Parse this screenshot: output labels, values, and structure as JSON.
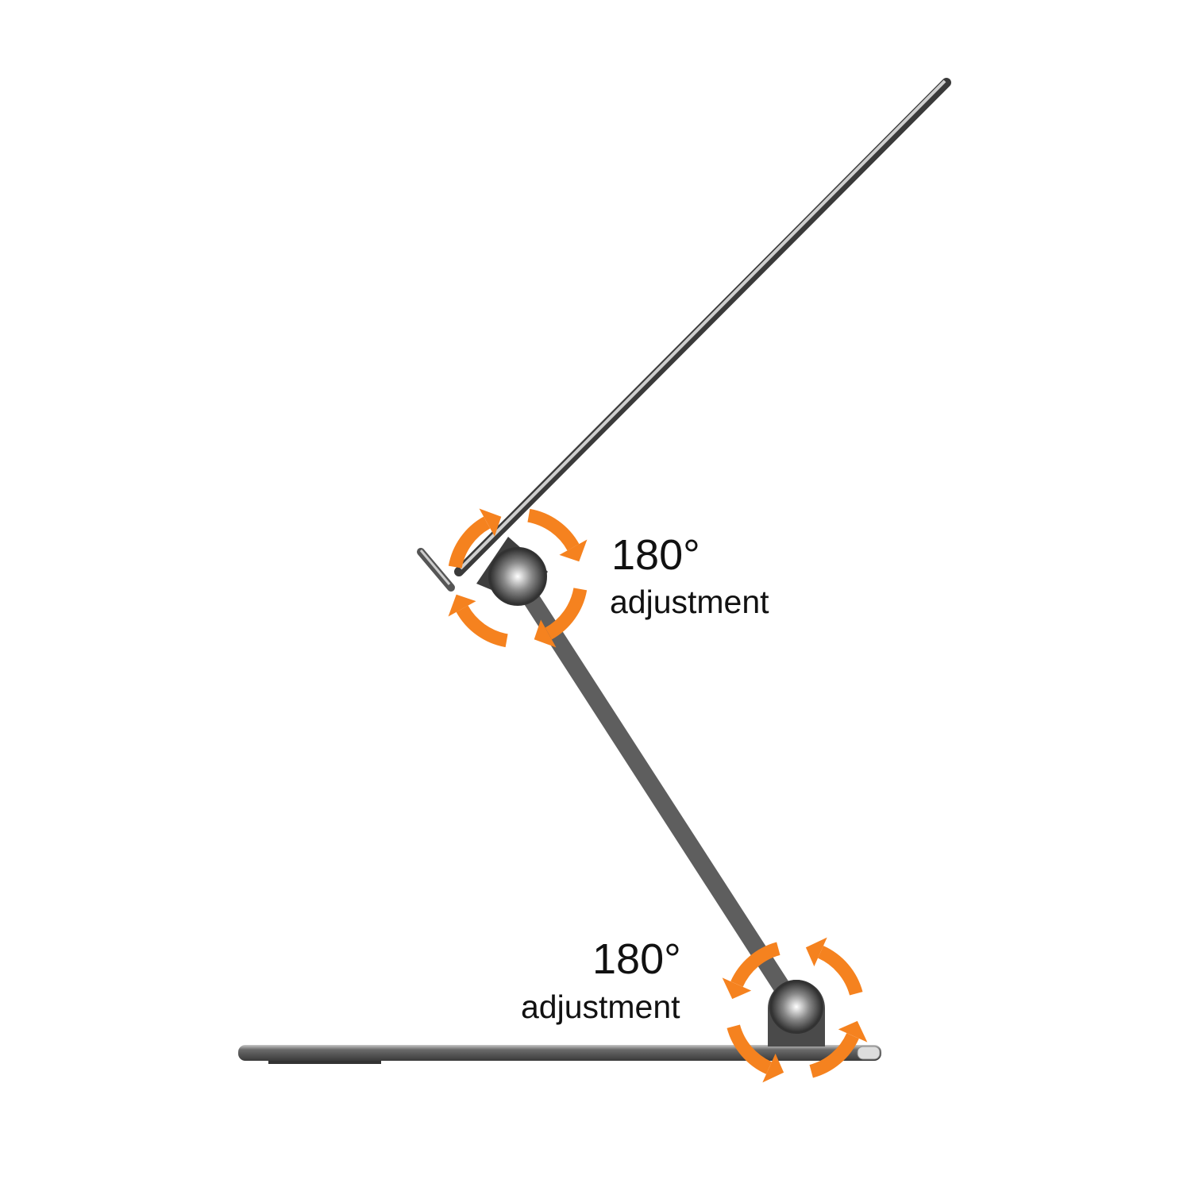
{
  "annotations": [
    {
      "angle": "180°",
      "label": "adjustment"
    },
    {
      "angle": "180°",
      "label": "adjustment"
    }
  ],
  "colors": {
    "arrow": "#f5821f",
    "metal_dark": "#4a4a4a",
    "metal_arm": "#5e5e5e",
    "background": "#ffffff"
  },
  "icons": [
    "rotate-clockwise-icon",
    "rotate-counterclockwise-icon"
  ]
}
